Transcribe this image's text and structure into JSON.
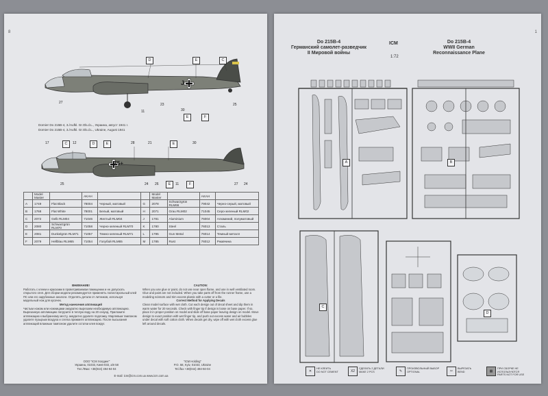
{
  "left_page": {
    "page_number": "8",
    "top_aircraft": {
      "callouts": [
        "D",
        "E",
        "C"
      ],
      "markings_letter": "J",
      "numbers": [
        "27",
        "11",
        "23",
        "30",
        "25"
      ],
      "bottom_callouts": [
        "E",
        "F"
      ],
      "caption": "Dornier Do 215B-4, 3./Aufkl. Gr.Ob.d.L., Украина, август 1941 г.",
      "caption_en": "Dornier Do 215B-4, 3./Aufkl. Gr.Ob.d.L., Ukraine, August 1941"
    },
    "bottom_aircraft": {
      "numbers_top": [
        "17",
        "12",
        "28",
        "21",
        "30"
      ],
      "callouts_top": [
        "C",
        "D",
        "E",
        "E"
      ],
      "markings": "T5+",
      "numbers_bottom": [
        "25",
        "24",
        "26",
        "11",
        "27",
        "24"
      ],
      "callouts_bottom": [
        "E",
        "F"
      ]
    },
    "paint_table": {
      "headers": [
        "",
        "Model Master",
        "",
        "AKAH",
        "",
        "",
        "Model Master",
        "",
        "AKAH",
        ""
      ],
      "rows": [
        [
          "A",
          "1749",
          "Flat Black",
          "78004",
          "Черный, матовый",
          "G",
          "2078",
          "Schwarzgrün RLM66",
          "79042",
          "Черно-серый, матовый"
        ],
        [
          "B",
          "1768",
          "Flat White",
          "78001",
          "Белый, матовый",
          "H",
          "2071",
          "Grau RLM02",
          "71045",
          "Серо-зеленый RLM02"
        ],
        [
          "C",
          "2072",
          "Gelb RLM04",
          "71046",
          "Желтый RLM04",
          "J",
          "1781",
          "Aluminium",
          "76004",
          "Алюминий, полуматовый"
        ],
        [
          "D",
          "2080",
          "Schwarzgrün RLM70",
          "71058",
          "Черно-зеленый RLM70",
          "K",
          "1780",
          "Steel",
          "76013",
          "Сталь"
        ],
        [
          "E",
          "2081",
          "Dunkelgrün RLM71",
          "71057",
          "Темно-зеленый RLM71",
          "L",
          "1795",
          "Gun Metal",
          "76014",
          "Темный металл"
        ],
        [
          "F",
          "2079",
          "Hellblau RLM65",
          "71054",
          "Голубой RLM65",
          "M",
          "1785",
          "Rust",
          "76012",
          "Ржавчина"
        ]
      ]
    },
    "text_ru": {
      "heading1": "ВНИМАНИЕ!",
      "body1": "Работать с клеем и красками в проветриваемом помещении и не допускать открытого огня. Для сборки модели рекомендуется применять полистирольный клей ПС или его зарубежные аналоги. Отделять детали от литников, используя модельный нож для кусачек.",
      "heading2": "Метод нанесения аппликаций",
      "body2": "Чистым ножом или ножницами аккуратно вырезаем необходимую аппликацию. Вырезанную аппликацию погрузите в теплую воду на 20 секунд. Приложите аппликацию к выбранному месту, аккуратно удалите подложку. Марлевым тампоном удалите пузырьки воздуха и слегка прижмите аппликацию. После высыхания аппликаций влажным тампоном удалите остатки клея вокруг."
    },
    "text_en": {
      "heading1": "CAUTION:",
      "body1": "When you use glue or paint, do not use near open flame, and use in well ventilated room. Glue and paint are not included. When you take parts off from the runner frame, use a modeling scissors and trim excess plastic with a cutter or a file.",
      "heading2": "Correct Method for Applying Decals",
      "body2": "Clean model surface with wet cloth. Cut each design out of decal sheet and dip them in warm water for 20 seconds. Check with finger tip if design is loose on base paper. If so, place it in proper position on model and slide off base paper leaving design on model. Move design to exact position with wet finger tip, and push out excess water and air bubbles under decal with soft cotton cloth. When decals get dry, wipe off with wet cloth excess glue left around decals."
    },
    "footer_ru": [
      "ООО \"ICM Холдинг\"",
      "Украина, 01033, Киев-033, а/я 58",
      "Тел./Факс +38(044) 494-94-04"
    ],
    "footer_en": [
      "\"ICM Holding\"",
      "P.O. 58, Kyiv, 01033, Ukraine",
      "Tel./fax +38(044) 494-94-04"
    ],
    "footer_email": "E-mail: icm@icm.com.ua  www.icm.com.ua"
  },
  "right_page": {
    "page_number": "1",
    "title_ru": [
      "Do 215B-4",
      "Германский самолет-разведчик",
      "II Мировой войны"
    ],
    "title_en": [
      "Do 215B-4",
      "WWII German",
      "Reconnaissance Plane"
    ],
    "brand": "ICM",
    "scale": "1:72",
    "sprue_labels": [
      "A",
      "B",
      "C",
      "D"
    ],
    "legend": [
      {
        "icon": "✕",
        "ru": "НЕ КЛЕИТЬ",
        "en": "DO NOT CEMENT"
      },
      {
        "icon": "X2",
        "ru": "СДЕЛАТЬ 2 ДЕТАЛИ",
        "en": "MAKE 2 PCS"
      },
      {
        "icon": "✎",
        "ru": "ПРОИЗВОЛЬНЫЙ ВЫБОР",
        "en": "OPTIONAL"
      },
      {
        "icon": "✂",
        "ru": "ВЫРЕЗАТЬ",
        "en": "BEND"
      },
      {
        "icon": "▦",
        "ru": "ПРИ СБОРКЕ НЕ ИСПОЛЬЗУЮТСЯ",
        "en": "PARTS NOT FOR USE"
      }
    ]
  },
  "colors": {
    "background": "#8c8e94",
    "paper": "#e6e7ea",
    "ink": "#2c2c2e"
  }
}
